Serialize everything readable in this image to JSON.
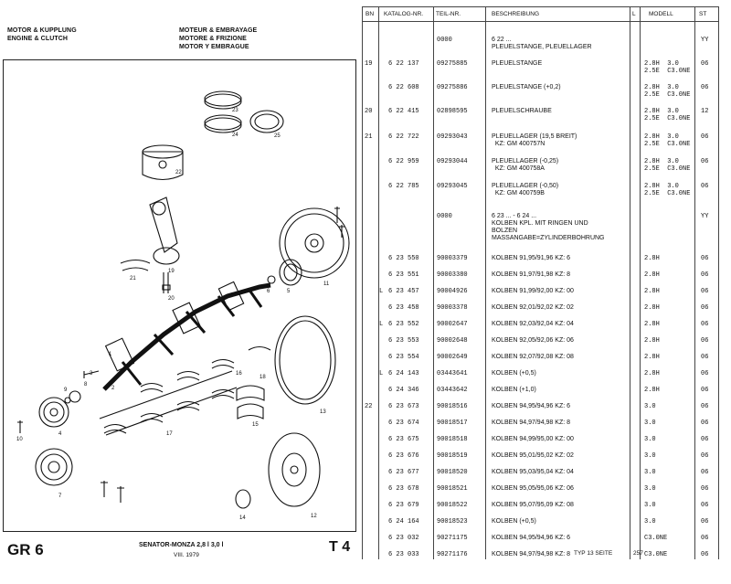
{
  "left_header": {
    "col1": [
      "MOTOR & KUPPLUNG",
      "ENGINE & CLUTCH"
    ],
    "col2": [
      "MOTEUR & EMBRAYAGE",
      "MOTORE & FRIZIONE",
      "MOTOR Y EMBRAGUE"
    ]
  },
  "diagram_labels": [
    "23",
    "24",
    "25",
    "22",
    "19",
    "21",
    "20",
    "5",
    "6",
    "11",
    "4",
    "2",
    "1",
    "3",
    "18",
    "16",
    "17",
    "8",
    "9",
    "10",
    "7",
    "15",
    "13",
    "14",
    "12"
  ],
  "footer_left": {
    "group": "GR 6",
    "model": "SENATOR-MONZA 2,8 l 3,0 l",
    "date": "VIII. 1979",
    "table": "T 4"
  },
  "table_header": {
    "bn": "BN",
    "katalog": "KATALOG-NR.",
    "teil": "TEIL-NR.",
    "beschreibung": "BESCHREIBUNG",
    "l": "L",
    "modell": "MODELL",
    "st": "ST"
  },
  "rows": [
    {
      "bn": "",
      "l": "",
      "kat": "",
      "teil": "0000",
      "desc": "6 22 ...\nPLEUELSTANGE, PLEUELLAGER",
      "lcol": "",
      "mod": "",
      "st": "YY"
    },
    {
      "bn": "19",
      "l": "",
      "kat": "6 22 137",
      "teil": "09275885",
      "desc": "PLEUELSTANGE",
      "lcol": "",
      "mod": "2.8H  3.0\n2.5E  C3.0NE",
      "st": "06"
    },
    {
      "bn": "",
      "l": "",
      "kat": "6 22 608",
      "teil": "09275886",
      "desc": "PLEUELSTANGE (+0,2)",
      "lcol": "",
      "mod": "2.8H  3.0\n2.5E  C3.0NE",
      "st": "06"
    },
    {
      "bn": "20",
      "l": "",
      "kat": "6 22 415",
      "teil": "02898595",
      "desc": "PLEUELSCHRAUBE",
      "lcol": "",
      "mod": "2.8H  3.0\n2.5E  C3.0NE",
      "st": "12"
    },
    {
      "bn": "21",
      "l": "",
      "kat": "6 22 722",
      "teil": "09293043",
      "desc": "PLEUELLAGER (19,5 BREIT)\n  KZ: GM 400757N",
      "lcol": "",
      "mod": "2.8H  3.0\n2.5E  C3.0NE",
      "st": "06"
    },
    {
      "bn": "",
      "l": "",
      "kat": "6 22 959",
      "teil": "09293044",
      "desc": "PLEUELLAGER (-0,25)\n  KZ: GM 400758A",
      "lcol": "",
      "mod": "2.8H  3.0\n2.5E  C3.0NE",
      "st": "06"
    },
    {
      "bn": "",
      "l": "",
      "kat": "6 22 785",
      "teil": "09293045",
      "desc": "PLEUELLAGER (-0,50)\n  KZ: GM 400759B",
      "lcol": "",
      "mod": "2.8H  3.0\n2.5E  C3.0NE",
      "st": "06"
    },
    {
      "bn": "",
      "l": "",
      "kat": "",
      "teil": "0000",
      "desc": "6 23 ... - 6 24 ...\nKOLBEN KPL. MIT RINGEN UND\nBOLZEN\nMASSANGABE=ZYLINDERBOHRUNG",
      "lcol": "",
      "mod": "",
      "st": "YY"
    },
    {
      "bn": "",
      "l": "",
      "kat": "6 23 550",
      "teil": "90003379",
      "desc": "KOLBEN 91,95/91,96 KZ: 6",
      "lcol": "",
      "mod": "2.8H",
      "st": "06"
    },
    {
      "bn": "",
      "l": "",
      "kat": "6 23 551",
      "teil": "90003380",
      "desc": "KOLBEN 91,97/91,98 KZ: 8",
      "lcol": "",
      "mod": "2.8H",
      "st": "06"
    },
    {
      "bn": "",
      "l": "L",
      "kat": "6 23 457",
      "teil": "90004926",
      "desc": "KOLBEN 91,99/92,00 KZ: 00",
      "lcol": "",
      "mod": "2.8H",
      "st": "06"
    },
    {
      "bn": "",
      "l": "",
      "kat": "6 23 458",
      "teil": "90003378",
      "desc": "KOLBEN 92,01/92,02 KZ: 02",
      "lcol": "",
      "mod": "2.8H",
      "st": "06"
    },
    {
      "bn": "",
      "l": "L",
      "kat": "6 23 552",
      "teil": "90002647",
      "desc": "KOLBEN 92,03/92,04 KZ: 04",
      "lcol": "",
      "mod": "2.8H",
      "st": "06"
    },
    {
      "bn": "",
      "l": "",
      "kat": "6 23 553",
      "teil": "90002648",
      "desc": "KOLBEN 92,05/92,06 KZ: 06",
      "lcol": "",
      "mod": "2.8H",
      "st": "06"
    },
    {
      "bn": "",
      "l": "",
      "kat": "6 23 554",
      "teil": "90002649",
      "desc": "KOLBEN 92,07/92,08 KZ: 08",
      "lcol": "",
      "mod": "2.8H",
      "st": "06"
    },
    {
      "bn": "",
      "l": "L",
      "kat": "6 24 143",
      "teil": "03443641",
      "desc": "KOLBEN (+0,5)",
      "lcol": "",
      "mod": "2.8H",
      "st": "06"
    },
    {
      "bn": "",
      "l": "",
      "kat": "6 24 346",
      "teil": "03443642",
      "desc": "KOLBEN (+1,0)",
      "lcol": "",
      "mod": "2.8H",
      "st": "06"
    },
    {
      "bn": "22",
      "l": "",
      "kat": "6 23 673",
      "teil": "90018516",
      "desc": "KOLBEN 94,95/94,96 KZ: 6",
      "lcol": "",
      "mod": "3.0",
      "st": "06"
    },
    {
      "bn": "",
      "l": "",
      "kat": "6 23 674",
      "teil": "90018517",
      "desc": "KOLBEN 94,97/94,98 KZ: 8",
      "lcol": "",
      "mod": "3.0",
      "st": "06"
    },
    {
      "bn": "",
      "l": "",
      "kat": "6 23 675",
      "teil": "90018518",
      "desc": "KOLBEN 94,99/95,00 KZ: 00",
      "lcol": "",
      "mod": "3.0",
      "st": "06"
    },
    {
      "bn": "",
      "l": "",
      "kat": "6 23 676",
      "teil": "90018519",
      "desc": "KOLBEN 95,01/95,02 KZ: 02",
      "lcol": "",
      "mod": "3.0",
      "st": "06"
    },
    {
      "bn": "",
      "l": "",
      "kat": "6 23 677",
      "teil": "90018520",
      "desc": "KOLBEN 95,03/95,04 KZ: 04",
      "lcol": "",
      "mod": "3.0",
      "st": "06"
    },
    {
      "bn": "",
      "l": "",
      "kat": "6 23 678",
      "teil": "90018521",
      "desc": "KOLBEN 95,05/95,06 KZ: 06",
      "lcol": "",
      "mod": "3.0",
      "st": "06"
    },
    {
      "bn": "",
      "l": "",
      "kat": "6 23 679",
      "teil": "90018522",
      "desc": "KOLBEN 95,07/95,09 KZ: 08",
      "lcol": "",
      "mod": "3.0",
      "st": "06"
    },
    {
      "bn": "",
      "l": "",
      "kat": "6 24 164",
      "teil": "90018523",
      "desc": "KOLBEN (+0,5)",
      "lcol": "",
      "mod": "3.0",
      "st": "06"
    },
    {
      "bn": "",
      "l": "",
      "kat": "6 23 032",
      "teil": "90271175",
      "desc": "KOLBEN 94,95/94,96 KZ: 6",
      "lcol": "",
      "mod": "C3.0NE",
      "st": "06"
    },
    {
      "bn": "",
      "l": "",
      "kat": "6 23 033",
      "teil": "90271176",
      "desc": "KOLBEN 94,97/94,98 KZ: 8",
      "lcol": "",
      "mod": "C3.0NE",
      "st": "06"
    }
  ],
  "footer_right": {
    "typ": "TYP  13  SEITE",
    "page": "257"
  }
}
